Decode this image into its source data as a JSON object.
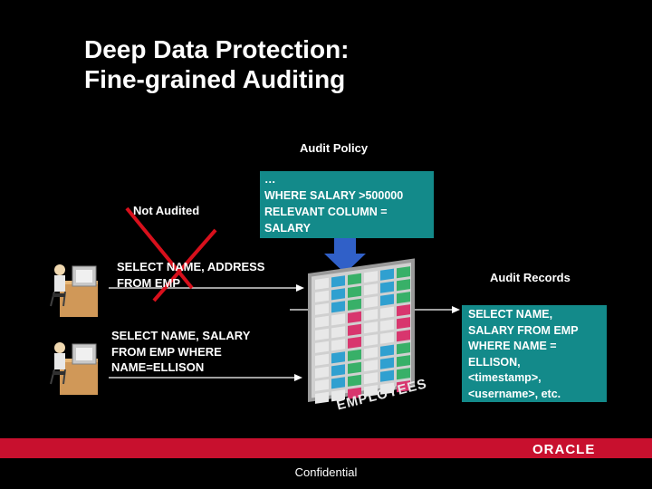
{
  "title": {
    "line1": "Deep Data Protection:",
    "line2": "Fine-grained Auditing"
  },
  "labels": {
    "audit_policy": "Audit Policy",
    "not_audited": "Not Audited",
    "audit_records": "Audit Records"
  },
  "policy_box": {
    "lines": [
      "…",
      "WHERE SALARY >500000",
      "RELEVANT COLUMN =",
      "SALARY"
    ]
  },
  "query1": {
    "lines": [
      "SELECT NAME, ADDRESS",
      "FROM EMP"
    ]
  },
  "query2": {
    "lines": [
      "SELECT NAME, SALARY",
      "FROM EMP WHERE",
      "NAME=ELLISON"
    ]
  },
  "audit_record": {
    "lines": [
      "SELECT NAME,",
      "SALARY FROM EMP",
      "WHERE NAME =",
      "ELLISON,",
      "<timestamp>,",
      "<username>, etc."
    ]
  },
  "table_label": "EMPLOYEES",
  "footer": {
    "logo": "ORACLE",
    "confidential": "Confidential"
  },
  "colors": {
    "background": "#000000",
    "teal_box": "#138a8a",
    "arrow_blue": "#3060c8",
    "cross_red": "#d8101c",
    "footer_red": "#c8102e"
  },
  "icons": [
    "user-workstation-icon",
    "database-table-icon",
    "red-cross-icon",
    "down-arrow-icon"
  ]
}
